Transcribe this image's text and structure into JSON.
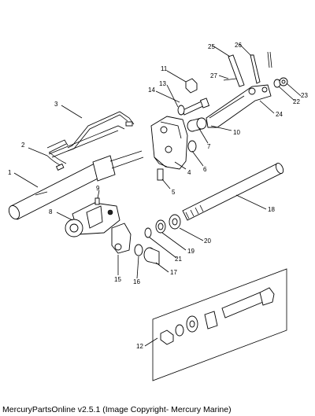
{
  "caption": "MercuryPartsOnline v2.5.1 (Image Copyright- Mercury Marine)",
  "callouts": [
    "1",
    "2",
    "3",
    "4",
    "5",
    "6",
    "7",
    "8",
    "9",
    "10",
    "11",
    "12",
    "13",
    "14",
    "15",
    "16",
    "17",
    "18",
    "19",
    "20",
    "21",
    "22",
    "23",
    "24",
    "25",
    "26",
    "27"
  ]
}
